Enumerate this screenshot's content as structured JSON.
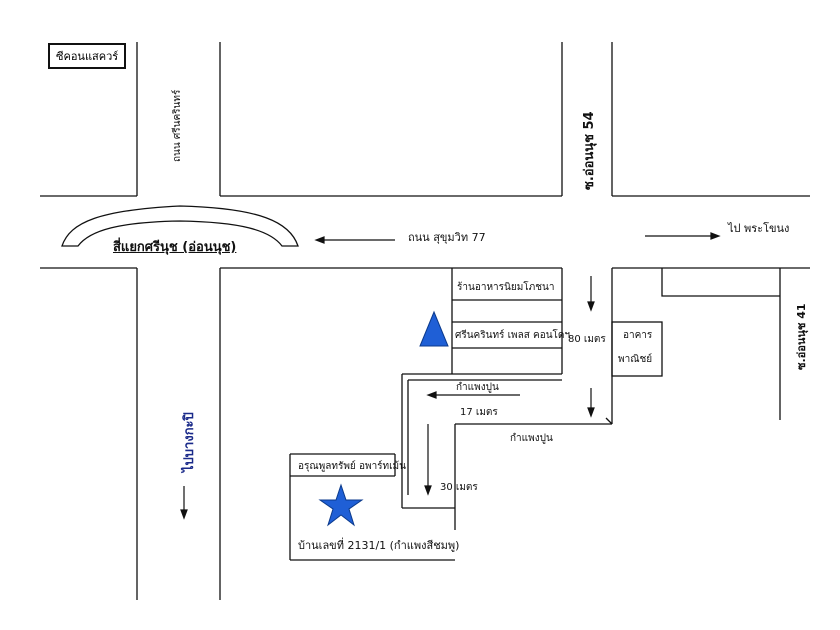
{
  "labels": {
    "condo_box": "ซีคอนแสควร์",
    "srinakarin_road": "ถนน ศรีนครินทร์",
    "intersection": "สี่แยกศรีนุช (อ่อนนุช)",
    "sukhumvit_road": "ถนน สุขุมวิท 77",
    "to_phra_khanong": "ไป พระโขนง",
    "soi_54": "ซ.อ่อนนุช 54",
    "soi_41": "ซ.อ่อนนุช 41",
    "restaurant": "ร้านอาหารนิยมโภชนา",
    "condo_place": "ศรีนครินทร์ เพลส คอนโดฯ",
    "dist_80": "80 เมตร",
    "commercial_1": "อาคาร",
    "commercial_2": "พาณิชย์",
    "pink_wall_1": "กำแพงปูน",
    "dist_17": "17 เมตร",
    "pink_wall_2": "กำแพงปูน",
    "arun_shop": "อรุณพูลทรัพย์ อพาร์ทเม้น",
    "dist_30": "30 เมตร",
    "house_no": "บ้านเลขที่ 2131/1  (กำแพงสีชมพู)",
    "to_bangkapi": "ไปบางกะปิ"
  },
  "colors": {
    "road_line": "#111111",
    "marker_blue": "#1f5fd6",
    "text_blue": "#1a2a8a"
  },
  "icons": {
    "condo_marker": "triangle-icon",
    "destination_marker": "star-icon"
  }
}
